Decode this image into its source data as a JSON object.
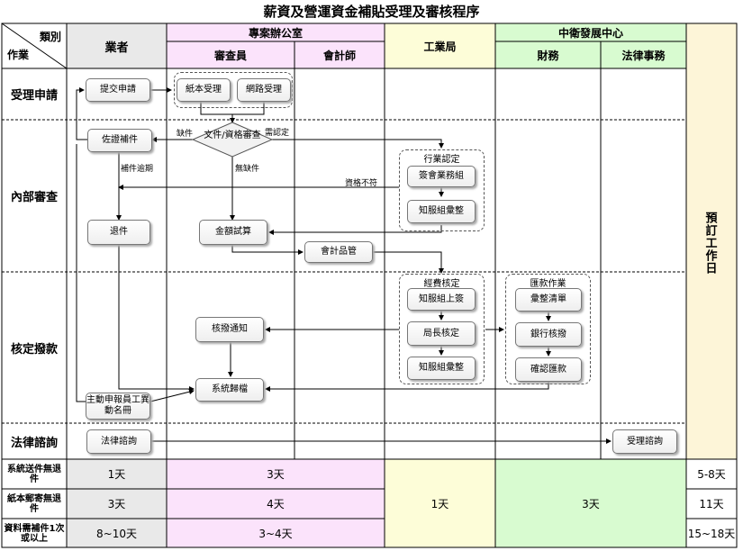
{
  "title": "薪資及營運資金補貼受理及審核程序",
  "corner": {
    "top": "類別",
    "bottom": "作業"
  },
  "columns": {
    "business": "業者",
    "office": "專案辦公室",
    "reviewer": "審查員",
    "accountant": "會計師",
    "industry_bureau": "工業局",
    "center": "中衛發展中心",
    "finance": "財務",
    "legal": "法律事務",
    "workday": "預訂工作日"
  },
  "lanes": {
    "accept": "受理申請",
    "internal": "內部審查",
    "approve": "核定撥款",
    "consult": "法律諮詢"
  },
  "boxes": {
    "submit": "提交申請",
    "paper": "紙本受理",
    "online": "網路受理",
    "supplement": "佐證補件",
    "return": "退件",
    "calc": "金額試算",
    "audit": "會計品管",
    "commerce": "簽會業務組",
    "summary": "知服組彙整",
    "notify": "核撥通知",
    "archive": "系統歸檔",
    "active_report": "主動申報員工異動名冊",
    "legal_consult": "法律諮詢",
    "accept_consult": "受理諮詢",
    "sign": "知服組上簽",
    "director": "局長核定",
    "summary2": "知服組彙整",
    "remit_list": "彙整清單",
    "bank": "銀行核撥",
    "confirm": "確認匯款"
  },
  "decision": "文件/資格審查",
  "groups": {
    "industry_certify": "行業認定",
    "budget_check": "經費核定",
    "remit_work": "匯款作業"
  },
  "notes": {
    "missing": "缺件",
    "need_certify": "需認定",
    "overdue": "補件逾期",
    "complete": "無缺件",
    "ineligible": "資格不符"
  },
  "timing": {
    "rows": [
      {
        "label": "系統送件無退件",
        "business": "1天",
        "office": "3天",
        "total": "5-8天"
      },
      {
        "label": "紙本郵寄無退件",
        "business": "3天",
        "office": "4天",
        "total": "11天"
      },
      {
        "label": "資料需補件1次或以上",
        "business": "8~10天",
        "office": "3~4天",
        "total": "15~18天"
      }
    ],
    "industry": "1天",
    "center": "3天"
  },
  "colors": {
    "header_gray": "#e9e9e9",
    "pink": "#fbe3fb",
    "yellow": "#fdfdd8",
    "green": "#d8fbd0",
    "workday": "#fdf5d8"
  }
}
